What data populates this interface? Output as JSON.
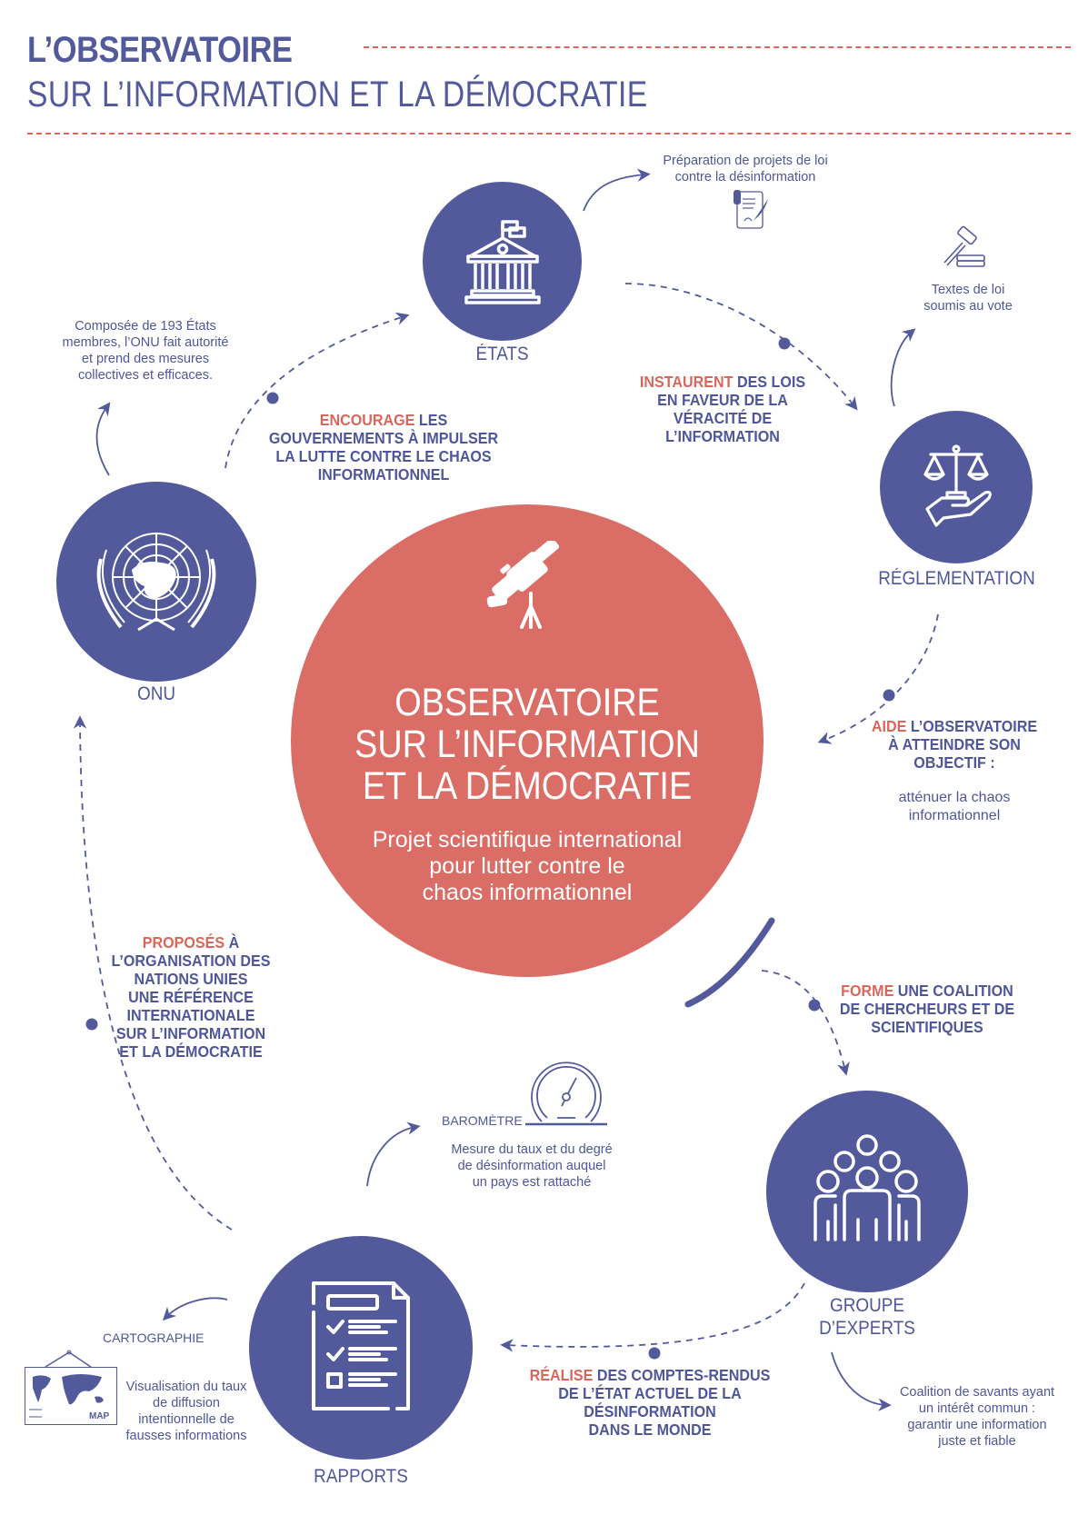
{
  "header": {
    "title_line1": "L’OBSERVATOIRE",
    "title_line2": "SUR L’INFORMATION ET LA DÉMOCRATIE"
  },
  "colors": {
    "primary": "#535a9b",
    "accent": "#da6d65",
    "text": "#4f5699"
  },
  "center": {
    "icon": "telescope-icon",
    "title_lines": [
      "OBSERVATOIRE",
      "SUR L’INFORMATION",
      "ET LA DÉMOCRATIE"
    ],
    "subtitle_lines": [
      "Projet scientifique international",
      "pour lutter contre le",
      "chaos informationnel"
    ]
  },
  "nodes": {
    "etats": {
      "label": "ÉTATS",
      "icon": "government-building-icon"
    },
    "reglementation": {
      "label": "RÉGLEMENTATION",
      "icon": "scales-in-hand-icon"
    },
    "onu": {
      "label": "ONU",
      "icon": "un-emblem-icon"
    },
    "groupe": {
      "label_line1": "GROUPE",
      "label_line2": "D’EXPERTS",
      "icon": "group-people-icon"
    },
    "rapports": {
      "label": "RAPPORTS",
      "icon": "checklist-report-icon"
    }
  },
  "connectors": {
    "encourage": {
      "highlight": "ENCOURAGE",
      "rest_line1": " LES",
      "lines": [
        "GOUVERNEMENTS À IMPULSER",
        "LA LUTTE CONTRE LE CHAOS",
        "INFORMATIONNEL"
      ]
    },
    "instaurent": {
      "highlight": "INSTAURENT",
      "rest_line1": " DES LOIS",
      "lines": [
        "EN FAVEUR DE LA",
        "VÉRACITÉ DE",
        "L’INFORMATION"
      ]
    },
    "aide": {
      "highlight": "AIDE",
      "rest_line1": " L’OBSERVATOIRE",
      "lines": [
        "À ATTEINDRE SON",
        "OBJECTIF :"
      ],
      "sub_lines": [
        "atténuer la chaos",
        "informationnel"
      ]
    },
    "forme": {
      "highlight": "FORME",
      "rest_line1": " UNE COALITION",
      "lines": [
        "DE CHERCHEURS ET DE",
        "SCIENTIFIQUES"
      ]
    },
    "realise": {
      "highlight": "RÉALISE",
      "rest_line1": " DES COMPTES-RENDUS",
      "lines": [
        "DE L’ÉTAT ACTUEL DE LA",
        "DÉSINFORMATION",
        "DANS LE MONDE"
      ]
    },
    "proposes": {
      "highlight": "PROPOSÉS",
      "rest_line1": " À",
      "lines": [
        "L’ORGANISATION DES",
        "NATIONS UNIES",
        "UNE RÉFÉRENCE",
        "INTERNATIONALE",
        "SUR L’INFORMATION",
        "ET LA DÉMOCRATIE"
      ]
    }
  },
  "notes": {
    "onu": {
      "lines": [
        "Composée de 193 États",
        "membres, l’ONU fait autorité",
        "et prend des mesures",
        "collectives et efficaces."
      ]
    },
    "projets_loi": {
      "lines": [
        "Préparation de projets de loi",
        "contre la désinformation"
      ],
      "icon": "document-quill-icon"
    },
    "textes_loi": {
      "lines": [
        "Textes de loi",
        "soumis au vote"
      ],
      "icon": "gavel-books-icon"
    },
    "barometre": {
      "title": "BAROMÈTRE",
      "icon": "gauge-icon",
      "lines": [
        "Mesure du taux et du degré",
        "de désinformation auquel",
        "un pays est rattaché"
      ]
    },
    "cartographie": {
      "title": "CARTOGRAPHIE",
      "icon": "world-map-icon",
      "map_label": "MAP",
      "lines": [
        "Visualisation du taux",
        "de diffusion",
        "intentionnelle de",
        "fausses informations"
      ]
    },
    "coalition": {
      "lines": [
        "Coalition de savants ayant",
        "un intérêt commun :",
        "garantir une information",
        "juste et fiable"
      ]
    }
  }
}
